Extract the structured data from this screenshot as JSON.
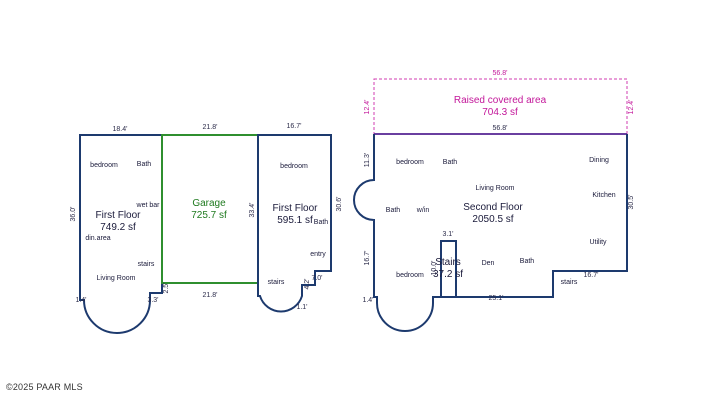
{
  "first_floor_left": {
    "dim_top": "18.4'",
    "dim_left": "36.0'",
    "dim_bottom_left": "1.4'",
    "dim_bottom_right": "3.3'",
    "title": "First Floor",
    "area": "749.2 sf",
    "rooms": {
      "bedroom": "bedroom",
      "bath": "Bath",
      "wet_bar": "wet bar",
      "din_area": "din.area",
      "stairs": "stairs",
      "living_room": "Living Room"
    }
  },
  "garage": {
    "dim_top": "21.8'",
    "dim_bottom": "21.8'",
    "dim_right": "33.4'",
    "dim_bottom_left": "2.5'",
    "title": "Garage",
    "area": "725.7 sf"
  },
  "first_floor_right": {
    "dim_top": "16.7'",
    "dim_right": "30.6'",
    "dim_step_h": "7.0'",
    "dim_step_v": "4.2'",
    "dim_bottom": "1.1'",
    "title": "First Floor",
    "area": "595.1 sf",
    "rooms": {
      "bedroom": "bedroom",
      "bath": "Bath",
      "entry": "entry",
      "stairs": "stairs"
    }
  },
  "raised_area": {
    "dim_top": "56.8'",
    "dim_left": "12.4'",
    "dim_right": "12.4'",
    "title": "Raised covered area",
    "area": "704.3 sf"
  },
  "second_floor": {
    "dim_top": "56.8'",
    "dim_left_upper": "11.3'",
    "dim_left_lower": "16.7'",
    "dim_right": "30.5'",
    "dim_bottom_left": "1.4'",
    "dim_bottom": "25.1'",
    "dim_step": "16.7'",
    "title": "Second Floor",
    "area": "2050.5 sf",
    "rooms": {
      "bedroom_top": "bedroom",
      "bath_top": "Bath",
      "dining": "Dining",
      "living_room": "Living Room",
      "kitchen": "Kitchen",
      "bath_left": "Bath",
      "win": "w/in",
      "utility": "Utility",
      "bedroom_bottom": "bedroom",
      "den": "Den",
      "bath_bottom": "Bath",
      "stairs_room": "stairs"
    }
  },
  "stairs_block": {
    "dim_top": "3.1'",
    "dim_left": "10.0'",
    "title": "Stairs",
    "area": "37.2 sf"
  },
  "copyright": "©2025 PAAR MLS"
}
